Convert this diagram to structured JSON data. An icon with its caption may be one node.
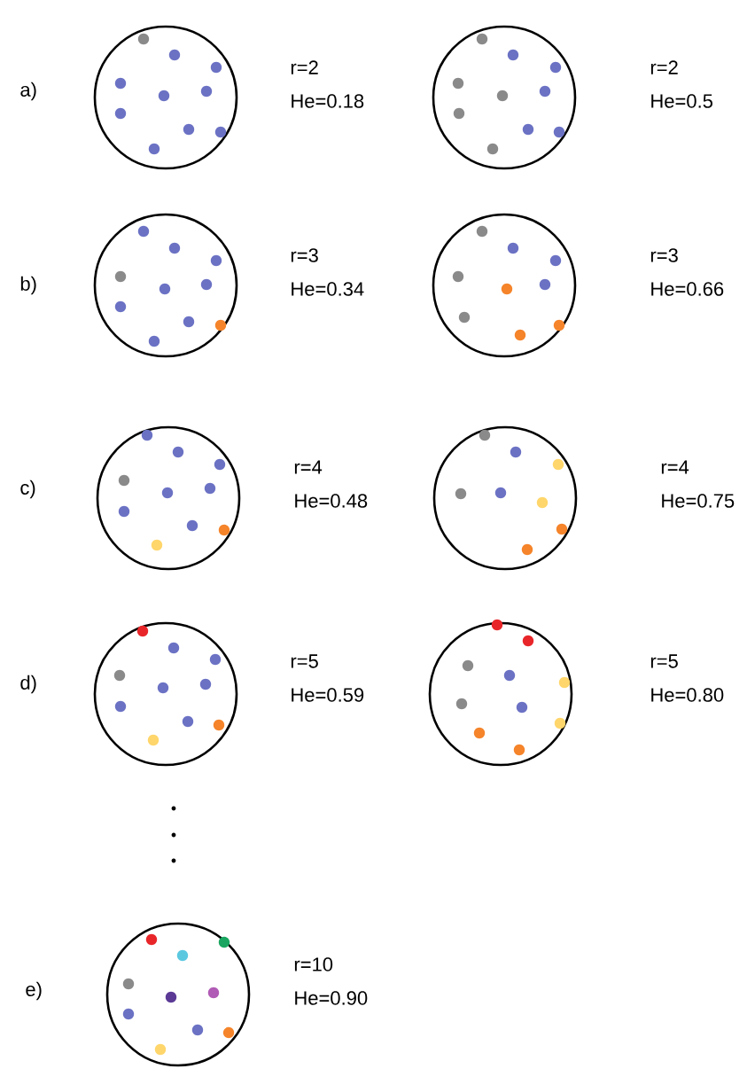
{
  "diagram": {
    "nodes": [
      {
        "text": [],
        "shape": "circle",
        "beside": [
          "r=2",
          "He=0.18"
        ]
      },
      {
        "text": [],
        "shape": "circle",
        "beside": [
          "r=2",
          "He=0.5"
        ]
      },
      {
        "text": [],
        "shape": "circle",
        "beside": [
          "r=3",
          "He=0.34"
        ]
      },
      {
        "text": [],
        "shape": "circle",
        "beside": [
          "r=3",
          "He=0.66"
        ]
      },
      {
        "text": [],
        "shape": "circle",
        "beside": [
          "r=4",
          "He=0.48"
        ]
      },
      {
        "text": [],
        "shape": "circle",
        "beside": [
          "r=4",
          "He=0.75"
        ]
      },
      {
        "text": [],
        "shape": "circle",
        "beside": [
          "r=5",
          "He=0.59"
        ]
      },
      {
        "text": [],
        "shape": "circle",
        "beside": [
          "r=5",
          "He=0.80"
        ]
      },
      {
        "text": [],
        "shape": "circle",
        "beside": [
          "r=10",
          "He=0.90"
        ]
      }
    ],
    "labels": [
      "a)",
      "b)",
      "c)",
      "d)",
      "e)"
    ]
  }
}
